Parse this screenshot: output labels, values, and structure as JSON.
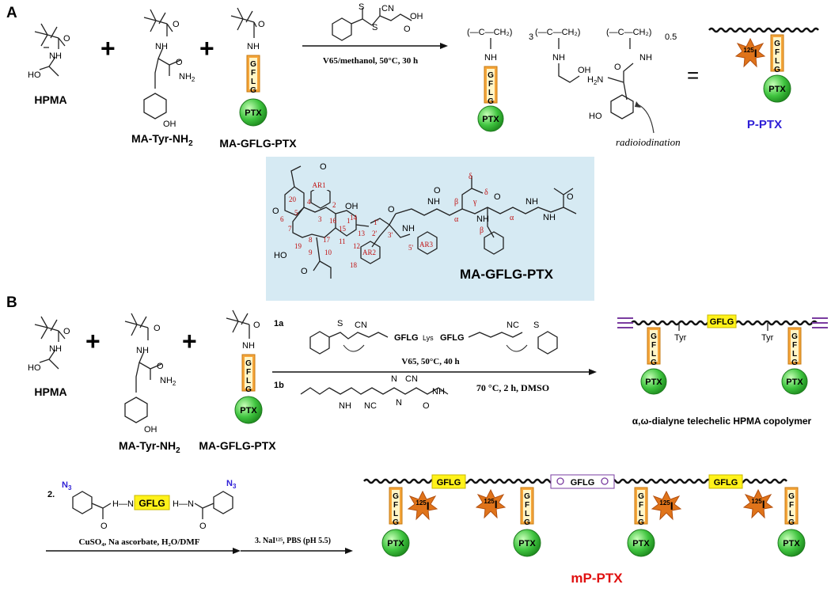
{
  "panels": {
    "a": "A",
    "b": "B"
  },
  "plus": "+",
  "equals": "=",
  "monomers": {
    "hpma": "HPMA",
    "tyr": "MA-Tyr-NH",
    "tyr_sub": "2",
    "gflg_ptx": "MA-GFLG-PTX"
  },
  "atoms": {
    "o": "O",
    "nh": "NH",
    "nh2": "NH",
    "sub2": "2",
    "oh": "OH",
    "ho": "HO",
    "h2n": "H",
    "n_h2n": "N",
    "s": "S",
    "cn": "CN",
    "nc": "NC",
    "h": "H",
    "n": "N",
    "n3": "N",
    "sub3": "3",
    "c": "C",
    "ch2": "CH",
    "o_dot": "O",
    "subscript_3": "3",
    "subscript_05": "0.5"
  },
  "peptide": {
    "g1": "G",
    "f": "F",
    "l": "L",
    "g2": "G",
    "word": "GFLG",
    "ptx": "PTX",
    "lys": "Lys"
  },
  "iodine": {
    "mass": "125",
    "symbol": "I"
  },
  "reaction_a": {
    "conditions": "V65/methanol, 50°C, 30 h"
  },
  "product_a": {
    "name": "P-PTX",
    "radioiodination": "radioiodination"
  },
  "structure_box": {
    "title": "MA-GFLG-PTX",
    "ar1": "AR1",
    "ar2": "AR2",
    "ar3": "AR3",
    "numbers": [
      "20",
      "5",
      "4",
      "2",
      "1",
      "6",
      "7",
      "3",
      "16",
      "15",
      "14",
      "13",
      "8",
      "17",
      "11",
      "12",
      "19",
      "9",
      "10",
      "18",
      "1'",
      "2'",
      "3'",
      "5'"
    ],
    "greek": {
      "alpha": "α",
      "beta": "β",
      "gamma": "γ",
      "delta": "δ"
    }
  },
  "reaction_b": {
    "step_1a": "1a",
    "step_1b": "1b",
    "conditions_1a": "V65, 50°C, 40 h",
    "conditions_1b": "70 °C, 2 h, DMSO",
    "step_2": "2.",
    "conditions_2": "CuSO₄, Na ascorbate, H₂O/DMF",
    "step_3": "3. NaI¹²⁵, PBS (pH 5.5)"
  },
  "product_b1": {
    "tyr": "Tyr",
    "caption": "α,ω-dialyne telechelic HPMA copolymer"
  },
  "product_b2": {
    "name": "mP-PTX"
  },
  "colors": {
    "blue_label": "#2e1fd6",
    "red_label": "#e01010",
    "gflg_orange": "#f5a53a",
    "gflg_yellow": "#fff21a",
    "ptx_green": "#3fc43f",
    "starburst": "#e0741a",
    "box_blue": "#d6eaf3",
    "purple": "#7a3ca0"
  }
}
